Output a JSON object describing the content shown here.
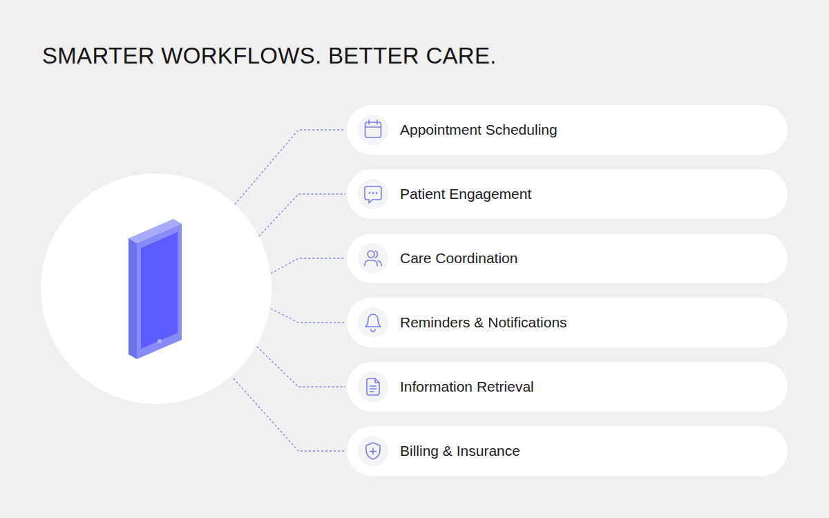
{
  "diagram": {
    "title": "SMARTER WORKFLOWS. BETTER CARE.",
    "nodes": [
      {
        "text": [
          "Appointment Scheduling"
        ]
      },
      {
        "text": [
          "Patient Engagement"
        ]
      },
      {
        "text": [
          "Care Coordination"
        ]
      },
      {
        "text": [
          "Reminders & Notifications"
        ]
      },
      {
        "text": [
          "Information Retrieval"
        ]
      },
      {
        "text": [
          "Billing & Insurance"
        ]
      }
    ]
  }
}
